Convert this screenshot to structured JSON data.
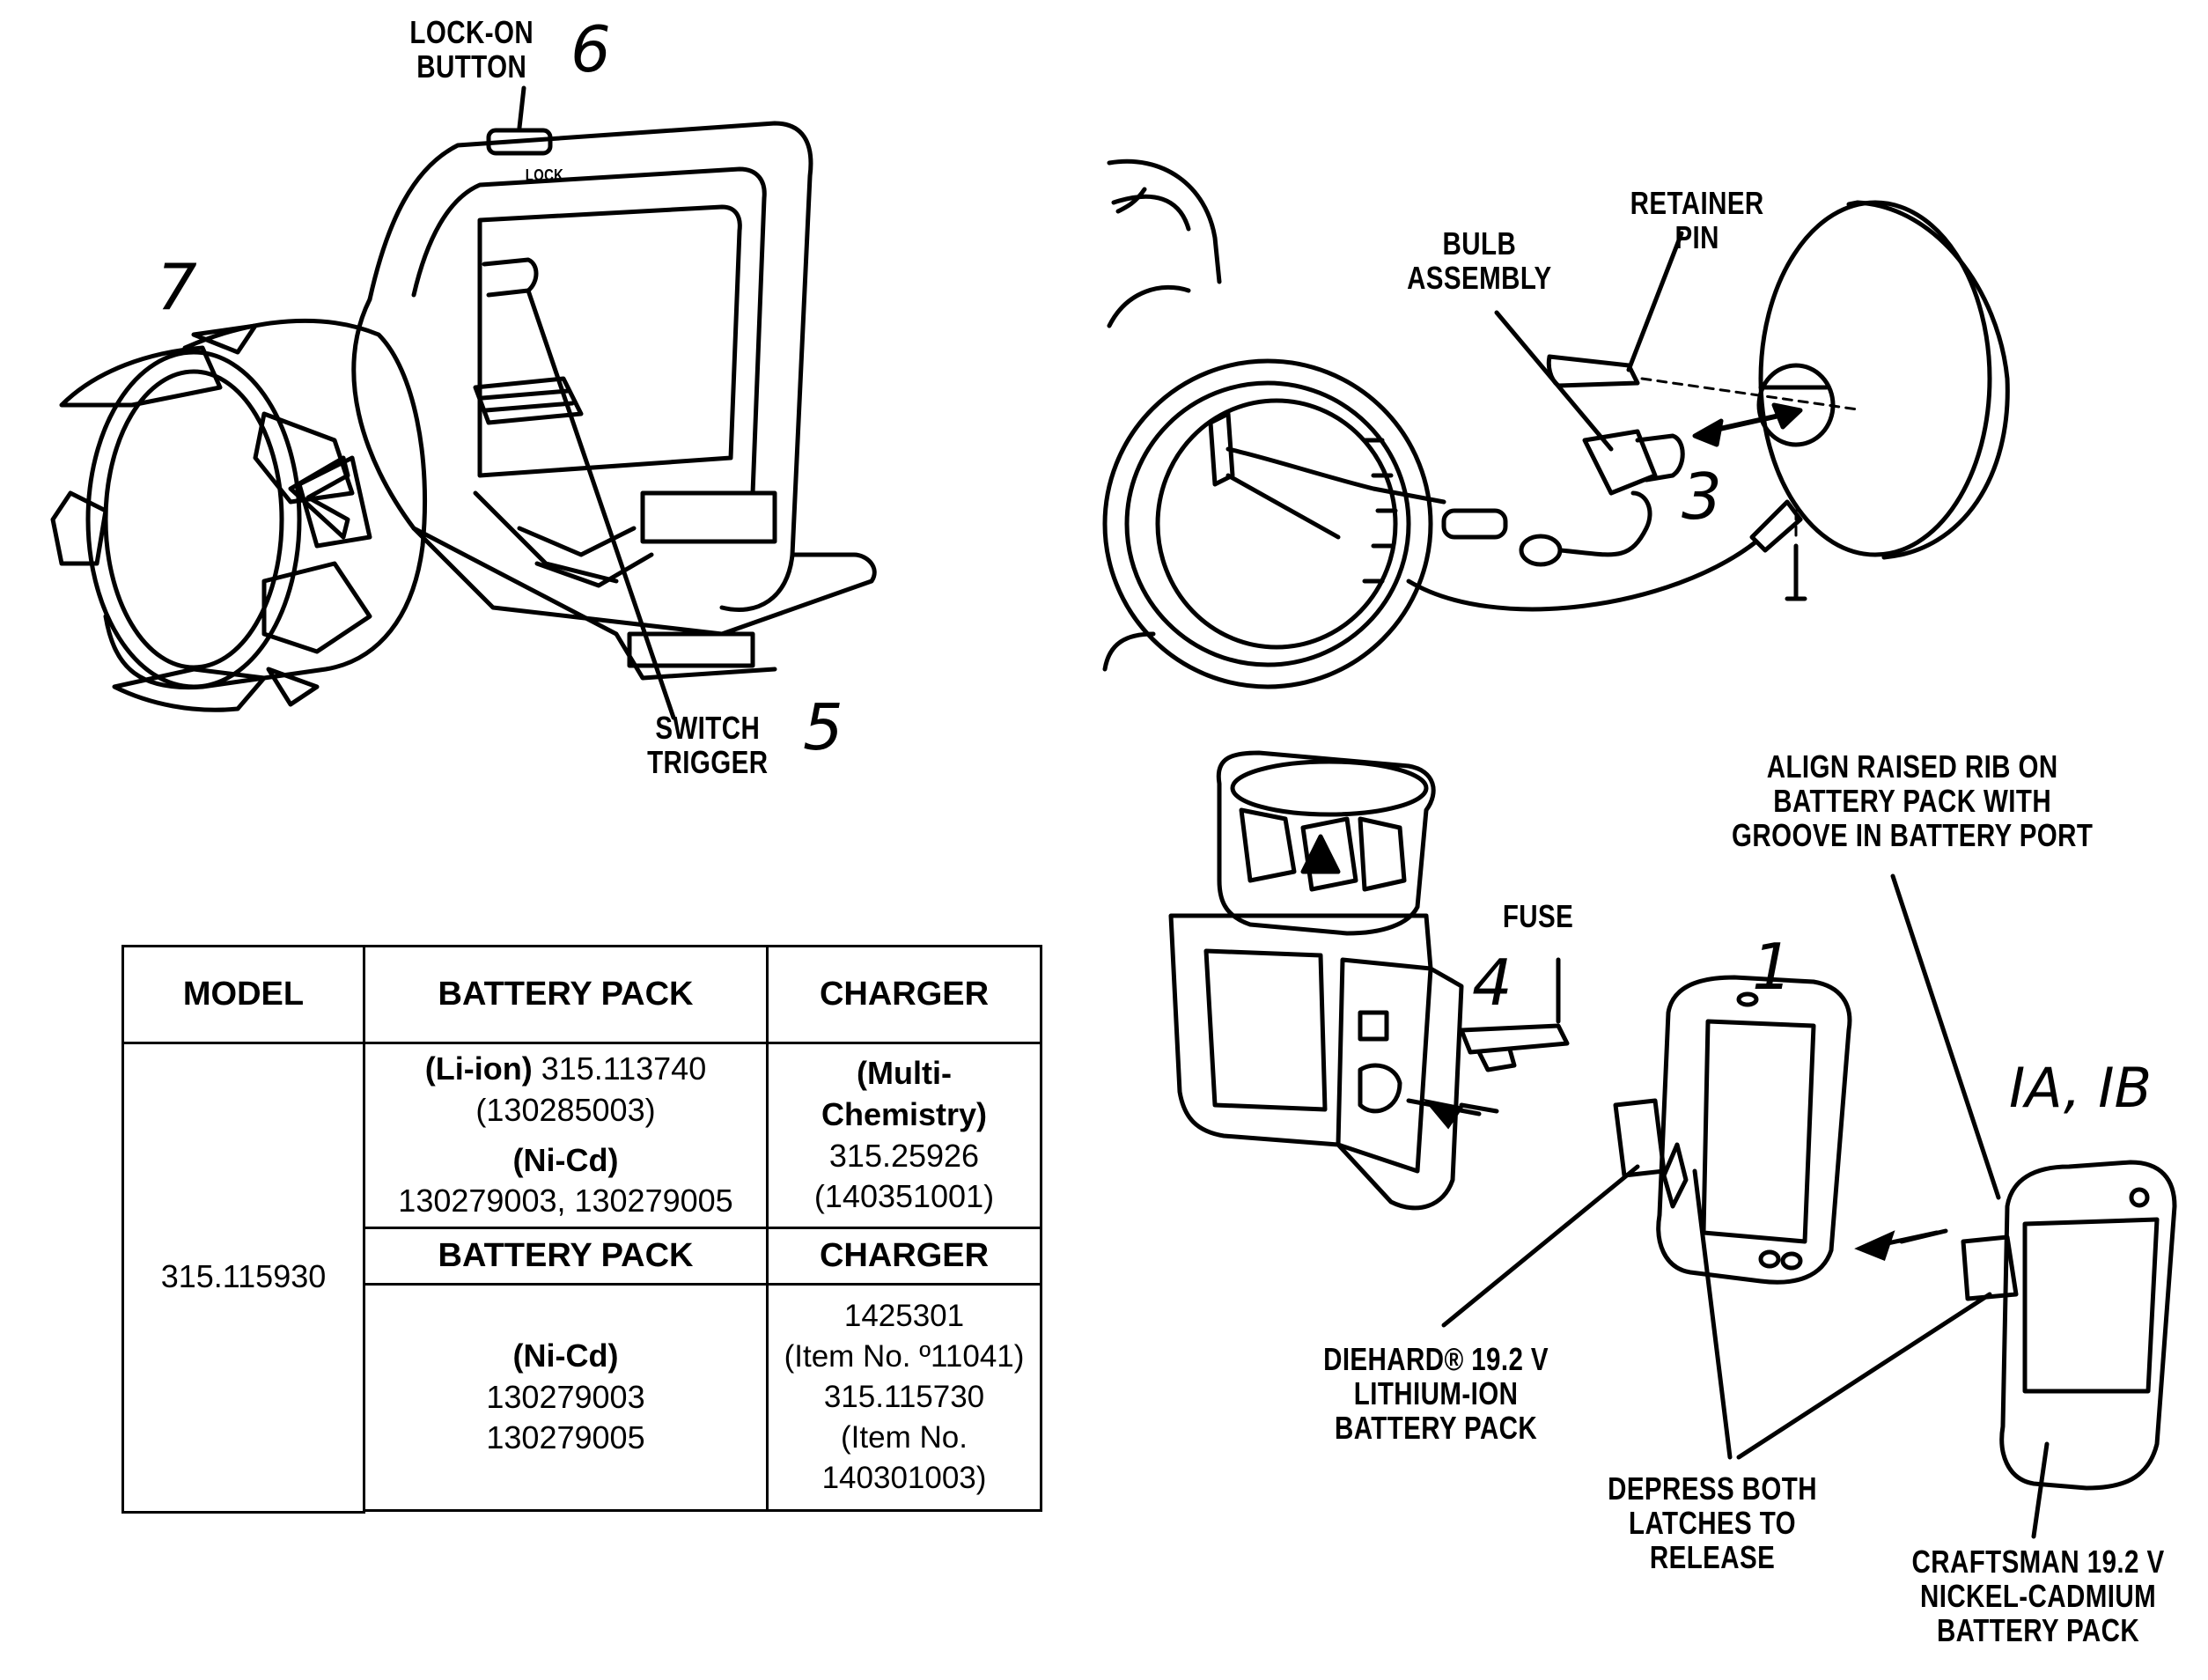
{
  "labels": {
    "lock_on_button": [
      "LOCK-ON",
      "BUTTON"
    ],
    "switch_trigger": [
      "SWITCH",
      "TRIGGER"
    ],
    "lock_marking": "LOCK",
    "retainer_pin": [
      "RETAINER",
      "PIN"
    ],
    "bulb_assembly": [
      "BULB",
      "ASSEMBLY"
    ],
    "fuse": "FUSE",
    "align_rib": [
      "ALIGN RAISED RIB ON",
      "BATTERY PACK WITH",
      "GROOVE IN BATTERY PORT"
    ],
    "diehard_pack": [
      "DIEHARD® 19.2 V",
      "LITHIUM-ION",
      "BATTERY PACK"
    ],
    "depress_latches": [
      "DEPRESS BOTH",
      "LATCHES TO",
      "RELEASE"
    ],
    "craftsman_pack": [
      "CRAFTSMAN 19.2 V",
      "NICKEL-CADMIUM",
      "BATTERY PACK"
    ]
  },
  "handwritten": {
    "n6": "6",
    "n7": "7",
    "n5": "5",
    "n3": "3",
    "n4": "4",
    "n1": "1",
    "n1a1b": "IA, IB"
  },
  "table": {
    "headers": {
      "model": "MODEL",
      "battery_pack": "BATTERY PACK",
      "charger": "CHARGER"
    },
    "model_value": "315.115930",
    "row1": {
      "battery": {
        "liion_label": "(Li-ion)",
        "liion_part": " 315.113740",
        "liion_alt": "(130285003)",
        "nicd_label": "(Ni-Cd)",
        "nicd_parts": "130279003, 130279005"
      },
      "charger": {
        "label_line1": "(Multi-",
        "label_line2": "Chemistry)",
        "part": "315.25926",
        "alt": "(140351001)"
      }
    },
    "subheaders": {
      "battery_pack": "BATTERY PACK",
      "charger": "CHARGER"
    },
    "row2": {
      "battery": {
        "nicd_label": "(Ni-Cd)",
        "part1": "130279003",
        "part2": "130279005"
      },
      "charger": {
        "line1": "1425301",
        "line2": "(Item No. º11041)",
        "line3": "315.115730",
        "line4": "(Item No.",
        "line5": "140301003)"
      }
    }
  }
}
